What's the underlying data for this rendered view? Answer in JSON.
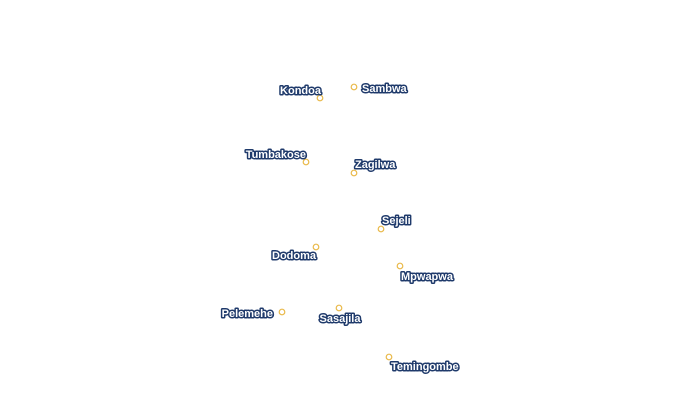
{
  "map": {
    "places": [
      {
        "name": "Kondoa"
      },
      {
        "name": "Sambwa"
      },
      {
        "name": "Tumbakose"
      },
      {
        "name": "Zagilwa"
      },
      {
        "name": "Sejeli"
      },
      {
        "name": "Dodoma"
      },
      {
        "name": "Mpwapwa"
      },
      {
        "name": "Pelemehe"
      },
      {
        "name": "Sasajila"
      },
      {
        "name": "Temingombe"
      }
    ],
    "colors": {
      "marker": "#e9b949",
      "label_fill": "#ffffff",
      "label_outline": "#1f3a6b"
    }
  }
}
